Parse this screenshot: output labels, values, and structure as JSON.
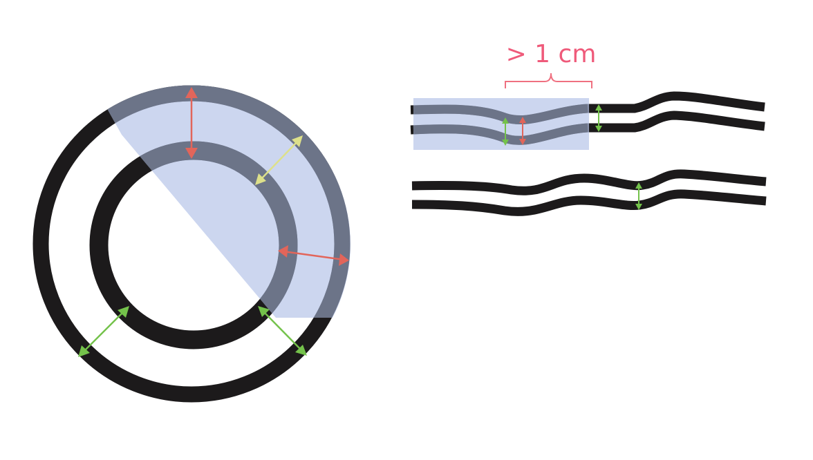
{
  "measurement_label": "> 1 cm",
  "colors": {
    "wall": "#1c1a1b",
    "highlight_region": "#b7c5e8",
    "highlight_opacity": 0.7,
    "thickened_wall": "#6c7488",
    "label": "#ef5a7a",
    "bracket": "#ef7080",
    "arrow_red": "#e2655a",
    "arrow_yellow": "#dde08a",
    "arrow_green": "#74c24b"
  },
  "icons": {
    "arrow_red": "double-headed-arrow",
    "arrow_yellow": "double-headed-arrow",
    "arrow_green": "double-headed-arrow",
    "bracket": "curly-brace"
  }
}
